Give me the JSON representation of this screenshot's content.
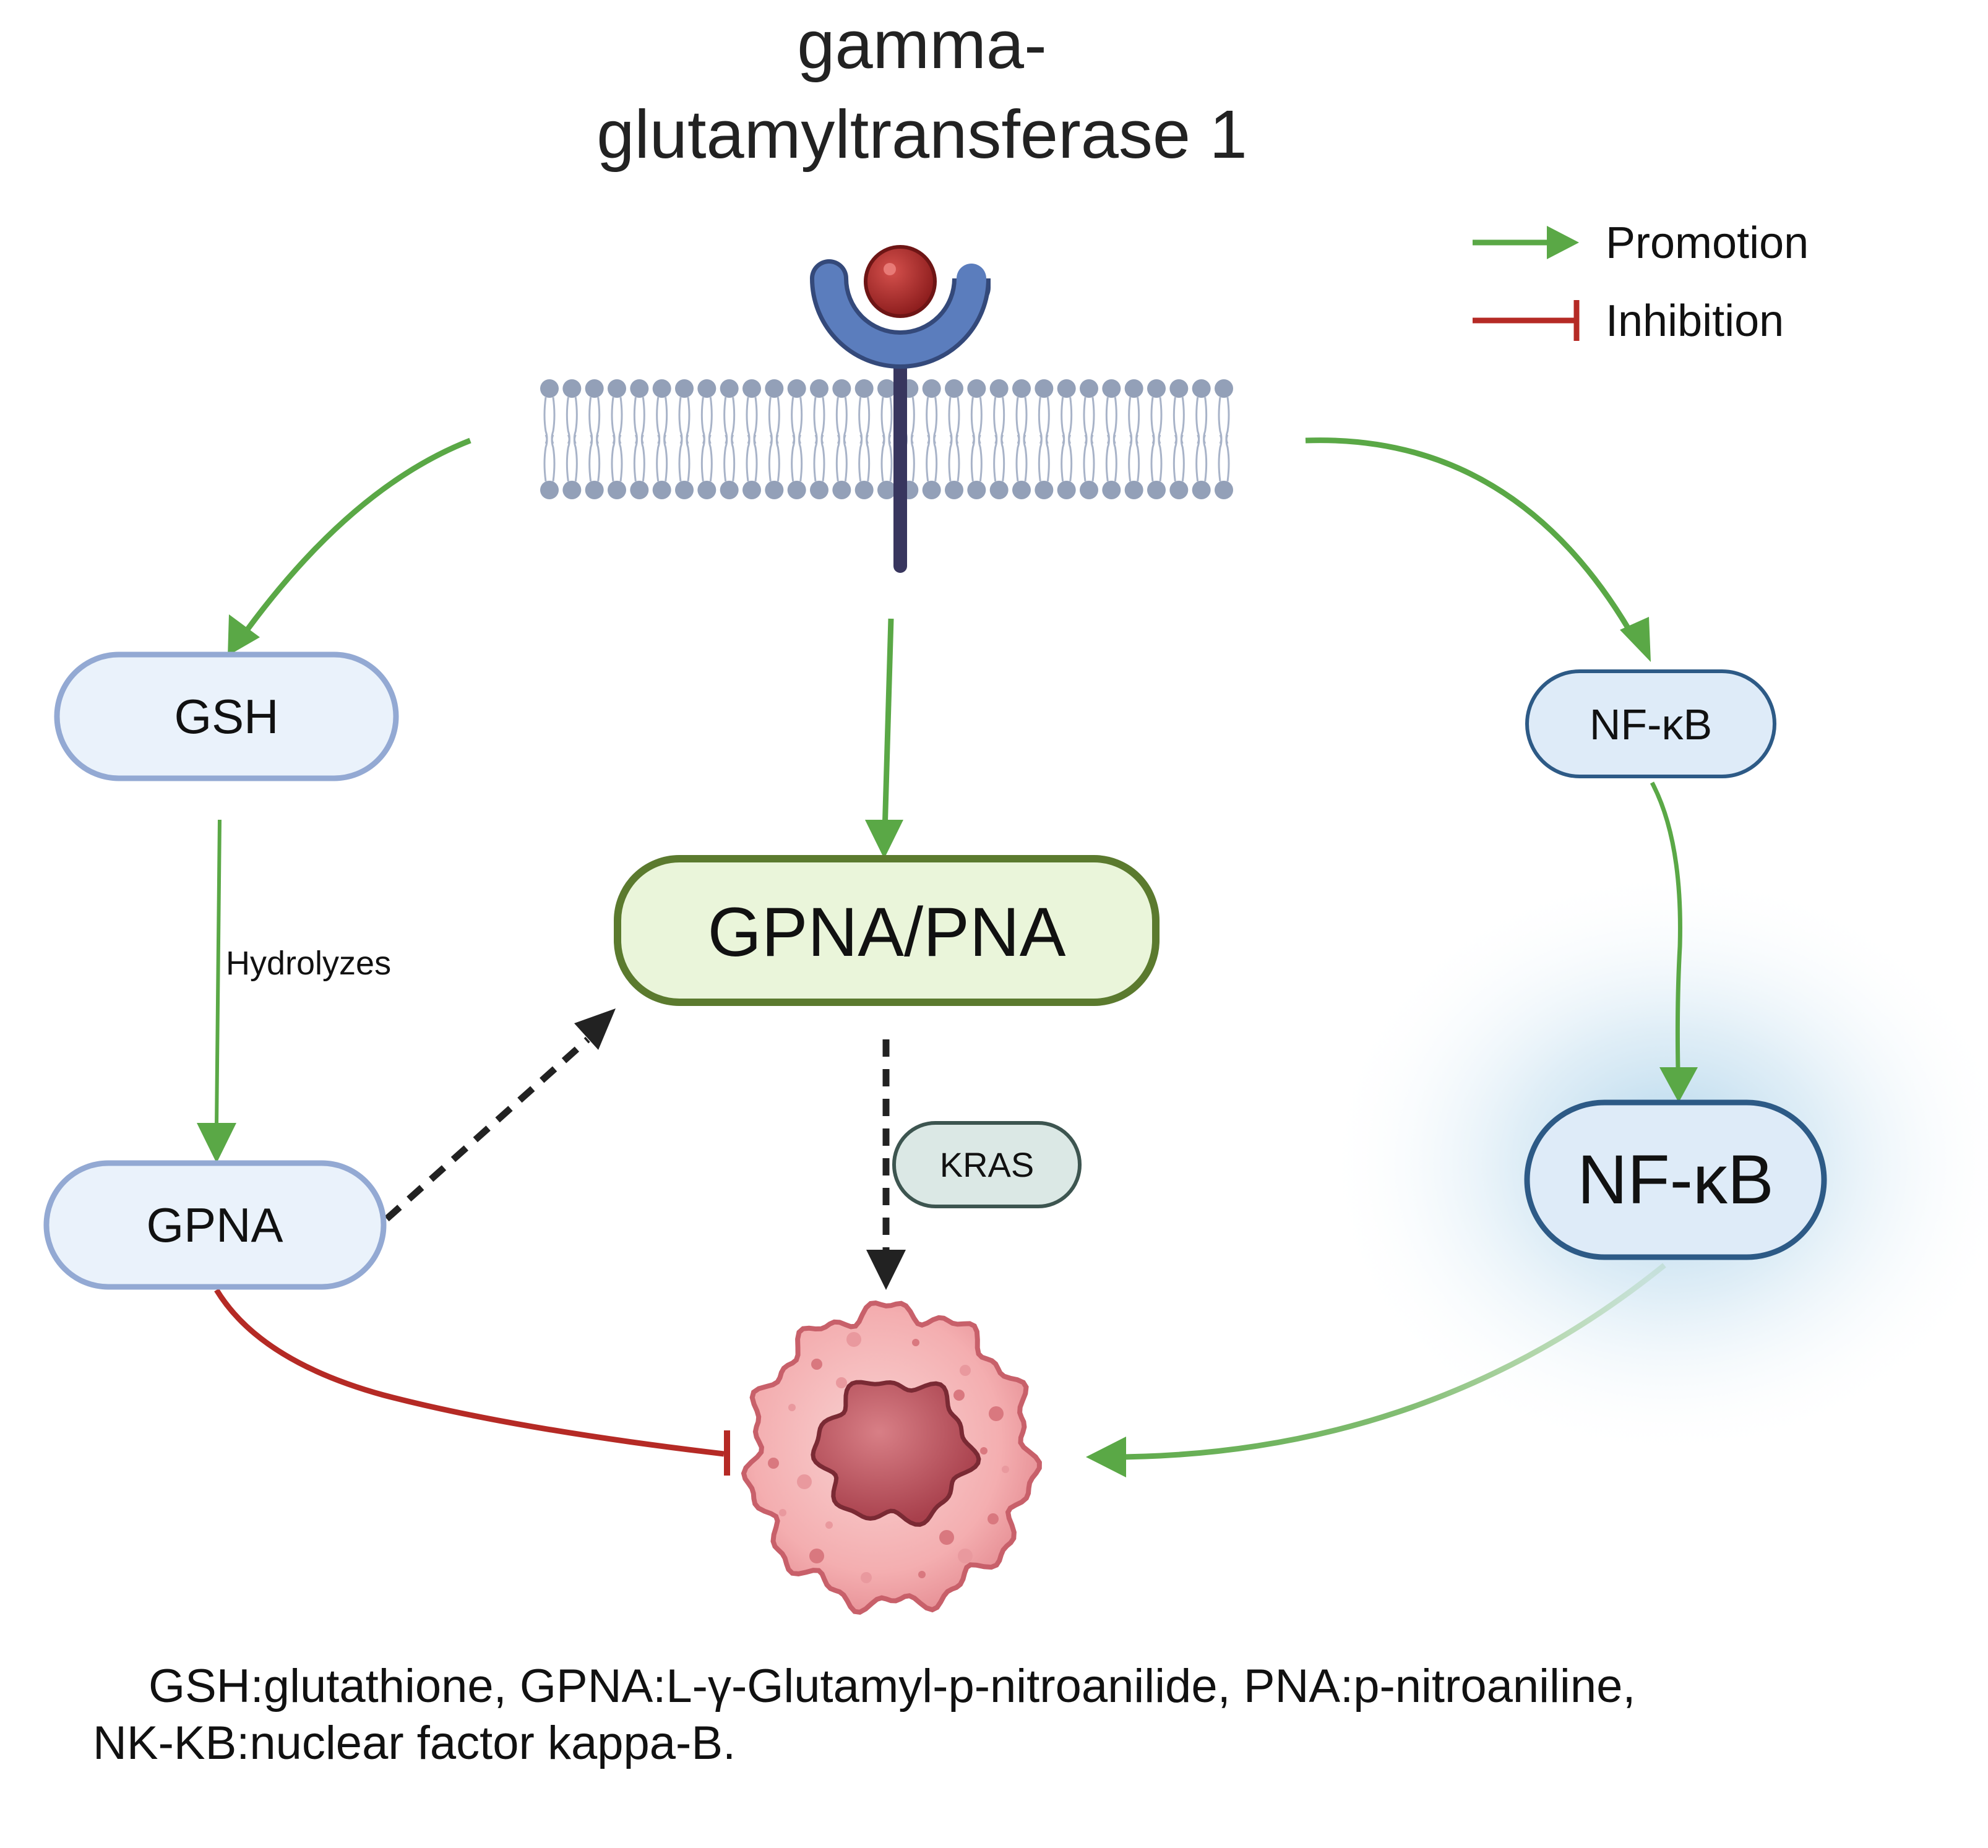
{
  "title": {
    "line1": "gamma-",
    "line2": "glutamyltransferase 1"
  },
  "legend": {
    "promotion": "Promotion",
    "inhibition": "Inhibition"
  },
  "nodes": {
    "gsh": "GSH",
    "gpna": "GPNA",
    "gpna_pna": "GPNA/PNA",
    "nfkb_small": "NF-κB",
    "nfkb_large": "NF-κB",
    "kras": "KRAS"
  },
  "edge_labels": {
    "hydrolyzes": "Hydrolyzes"
  },
  "caption": {
    "line1": "GSH:glutathione, GPNA:L-γ-Glutamyl-p-nitroanilide, PNA:p-nitroaniline,",
    "line2": "NK-KB:nuclear factor kappa-B."
  },
  "colors": {
    "promotion": "#5aa846",
    "inhibition": "#b52a25",
    "dashed": "#222222",
    "gsh_border": "#93a9d3",
    "gsh_fill": "#eaf2fb",
    "gpna_pna_border": "#5b7a2e",
    "gpna_pna_fill": "#eaf5da",
    "nfkb_border": "#2d5a86",
    "nfkb_fill": "#deebf8",
    "kras_border": "#3d5550",
    "kras_fill": "#dbe8e5",
    "receptor": "#5b7dbd",
    "ligand": "#b02a2a",
    "membrane": "#93a0b8",
    "cell": "#f4a7a9",
    "nucleus": "#c25a63"
  }
}
